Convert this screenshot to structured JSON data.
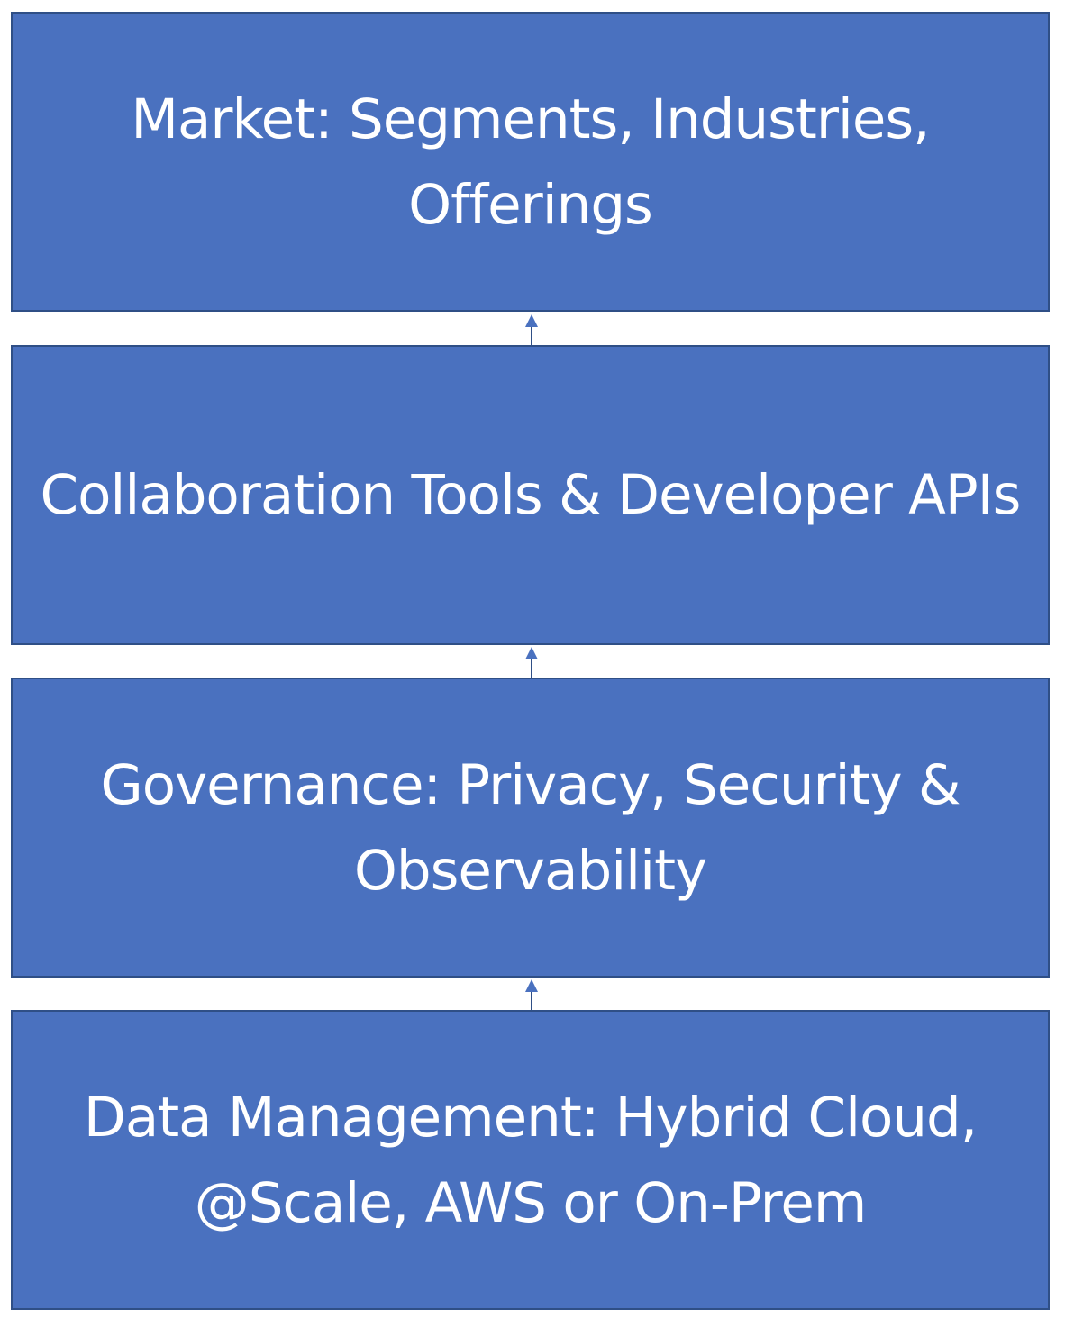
{
  "diagram": {
    "type": "layered-stack",
    "fill_color": "#4a71bf",
    "border_color": "#2f4f86",
    "text_color": "#ffffff",
    "arrow_direction": "up",
    "layers": [
      {
        "label": "Market: Segments, Industries, Offerings"
      },
      {
        "label": "Collaboration Tools & Developer APIs"
      },
      {
        "label": "Governance: Privacy, Security & Observability"
      },
      {
        "label": "Data Management: Hybrid Cloud, @Scale, AWS or On-Prem"
      }
    ]
  }
}
